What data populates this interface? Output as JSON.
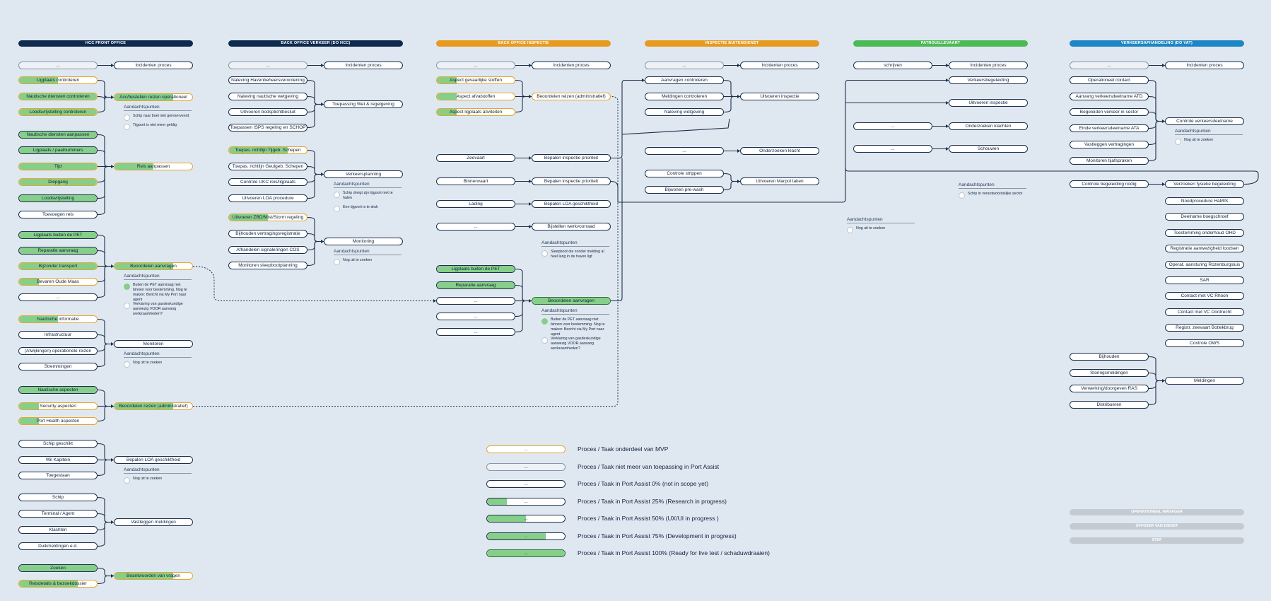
{
  "columns": [
    {
      "title": "HCC FRONT OFFICE",
      "color": "#0f2a4f"
    },
    {
      "title": "BACK OFFICE VERKEER (DO HCC)",
      "color": "#0f2a4f"
    },
    {
      "title": "BACK OFFICE INSPECTIE",
      "color": "#e89a1f"
    },
    {
      "title": "INSPECTIE BUITENDIENST",
      "color": "#e89a1f"
    },
    {
      "title": "PATROUILLEVAART",
      "color": "#4cbb55"
    },
    {
      "title": "VERKEERSAFHANDELING (DO VAT)",
      "color": "#1f86c5"
    }
  ],
  "nodes": {
    "c1_top": "...",
    "c1_incident": "Incidenten proces",
    "c1_a1": "Ligplaats controleren",
    "c1_a2": "Nautische diensten controleren",
    "c1_a3": "Loodsvrijstelling controleren",
    "c1_a_out": "Acc/bestellen reizen operationeel",
    "c1_b1": "Nautische diensten aanpassen",
    "c1_b2": "Ligplaats / paalnummers",
    "c1_b3": "Tijd",
    "c1_b4": "Diepgang",
    "c1_b5": "Loodsvrijstelling",
    "c1_b6": "Toevoegen reis",
    "c1_b_out": "Reis aanpassen",
    "c1_c1": "Ligplaats buiten de PET",
    "c1_c2": "Reparatie aanvraag",
    "c1_c3": "Bijzonder transport",
    "c1_c4": "Bevaren Oude Maas",
    "c1_c5": "...",
    "c1_c_out": "Beoordelen aanvragen",
    "c1_d1": "Nautische informatie",
    "c1_d2": "Infrastructuur",
    "c1_d3": "(Afwijkingen) operationele reizen",
    "c1_d4": "Stremmingen",
    "c1_d_out": "Monitoren",
    "c1_e1": "Nautische aspecten",
    "c1_e2": "Security aspecten",
    "c1_e3": "Port Health aspecten",
    "c1_e_out": "Beoordelen reizen (administratief)",
    "c1_f1": "Schip geschikt",
    "c1_f2": "Wil Kapitein",
    "c1_f3": "Toegestaan",
    "c1_f_out": "Bepalen LOA geschiktheid",
    "c1_g1": "Schip",
    "c1_g2": "Terminal / Agent",
    "c1_g3": "Klachten",
    "c1_g4": "Duikmeldingen e.d.",
    "c1_g_out": "Vastleggen meldingen",
    "c1_h1": "Zoeken",
    "c1_h2": "Reisdetails & bezoekdossier",
    "c1_h_out": "Beantwoorden van vragen",
    "c2_top": "...",
    "c2_incident": "Incidenten proces",
    "c2_a1": "Naleving Havenbeheersverordening",
    "c2_a2": "Naleving nautische wetgeving",
    "c2_a3": "Uitvoeren bodsplichtbesluit",
    "c2_a4": "Toepassen ISPS regeling en SCHOP",
    "c2_a_out": "Toepassing Wet & regelgeving",
    "c2_b1": "Toepas. richtlijn Tijgeb. Schepen",
    "c2_b2": "Toepas. richtlijn Geulgeb. Schepen",
    "c2_b3": "Controle UKC reis/ligplaats",
    "c2_b4": "Uitvoeren LOA procedure",
    "c2_b_out": "Verkeersplanning",
    "c2_c1": "Uitvoeren ZBD/Mist/Storm regeling",
    "c2_c2": "Bijhouden vertragingsregistratie",
    "c2_c3": "Afhandelen signaleringen COS",
    "c2_c4": "Monitoren sleepbootplanning",
    "c2_c_out": "Monitoring",
    "c3_top": "...",
    "c3_incident": "Incidenten proces",
    "c3_a1": "Aspect gevaarlijke stoffen",
    "c3_a2": "Aspect afvalstoffen",
    "c3_a3": "Aspect ligplaats ativiteiten",
    "c3_a_out": "Beoordelen reizen (administratief)",
    "c3_b1": "Zeevaart",
    "c3_b1_out": "Bepalen inspectie prioriteit",
    "c3_b2": "Binnenvaart",
    "c3_b2_out": "Bepalen inspectie prioriteit",
    "c3_b3": "Lading",
    "c3_b3_out": "Bepalen LOA geschiktheid",
    "c3_b4": "...",
    "c3_b4_out": "Bijstellen werkvoorraad",
    "c3_c1": "Ligplaats buiten de PET",
    "c3_c2": "Reparatie aanvraag",
    "c3_c3": "...",
    "c3_c4": "...",
    "c3_c5": "...",
    "c3_c_out": "Beoordelen aanvragen",
    "c4_top": "...",
    "c4_incident": "Incidenten proces",
    "c4_a1": "Aanvragen controleren",
    "c4_a2": "Meldingen controleren",
    "c4_a3": "Naleving wetgeving",
    "c4_a_out": "Uitvoeren inspectie",
    "c4_b1": "...",
    "c4_b_out": "Onderzoeken klacht",
    "c4_c1": "Controle strippen",
    "c4_c2": "Bijwonen pre-wash",
    "c4_c_out": "Uitvoeren Marpol taken",
    "c5_top": "schrijven",
    "c5_incident": "Incidenten proces",
    "c5_a1": "Verkeersbegeleiding",
    "c5_a2": "Uitvoeren inspectie",
    "c5_b1": "...",
    "c5_b_out": "Onderzoeken klachten",
    "c5_c1": "...",
    "c5_c_out": "Schouwen",
    "c6_top": "...",
    "c6_incident": "Incidenten proces",
    "c6_a1": "Operationeel contact",
    "c6_a2": "Aanvang verkeersdeelname ATD",
    "c6_a3": "Begeleiden verkeer in sector",
    "c6_a4": "Einde verkeersdeelname ATA",
    "c6_a5": "Vastleggen vertragingen",
    "c6_a6": "Monitoren tijafspraken",
    "c6_a_out": "Controle verkeersdeelname",
    "c6_b1": "Controle begeleiding nodig",
    "c6_b_out": "Verzoeken fysieke begeleiding",
    "c6_l1": "Noodprocedure HaMIS",
    "c6_l2": "Deelname boegschroef",
    "c6_l3": "Toestemming onderhoud OHD",
    "c6_l4": "Registratie aanwezigheid loodsen",
    "c6_l5": "Operat.  aansturing Rozenburgsluis",
    "c6_l6": "SAR",
    "c6_l7": "Contact met VC Rhoon",
    "c6_l8": "Contact met VC Dordrecht",
    "c6_l9": "Registr. zeevaart Botlekbrug",
    "c6_l10": "Controle OWS",
    "c6_c1": "Bijhouden",
    "c6_c2": "Storingsmeldingen",
    "c6_c3": "Verwerking/doorgeven RAS",
    "c6_c4": "Distribueren",
    "c6_c_out": "Meldingen"
  },
  "notes": {
    "title": "Aandachtspunten",
    "c1_a": [
      "Schip naar boei niet gereserveerd",
      "Tijgoort is niet meer geldig"
    ],
    "c1_c": [
      "Buiten de PET aanvraag niet binnen voor bestemming. Nog te maken: Bericht via My Port naar agent",
      "Verklaring van gasdeskundige aanwezig VOOR aanvang werkzaamheden?"
    ],
    "c1_d": [
      "Nog uit te zoeken"
    ],
    "c1_f": [
      "Nog uit te zoeken"
    ],
    "c2_b": [
      "Schip dreigt zijn tijgoort niet te halen",
      "Een tijgoort is te druk"
    ],
    "c2_c": [
      "Nog uit te zoeken"
    ],
    "c3_b": [
      "Sleepboot die zonder melding al heel lang in de haven ligt"
    ],
    "c3_c": [
      "Buiten de PET aanvraag niet binnen voor bestemming. Nog te maken: Bericht via My Port naar agent",
      "Verklaring van gasdeskundige aanwezig VOOR aanvang werkzaamheden?"
    ],
    "c4": [
      "Nog uit te zoeken"
    ],
    "c5": [
      "Schip in verantwoordelijke sector"
    ],
    "c6_a": [
      "Nog uit te zoeken"
    ]
  },
  "legend": [
    {
      "sample": "...",
      "label": "Proces / Taak onderdeel van MVP",
      "status": "mvp",
      "progress": 0
    },
    {
      "sample": "...",
      "label": "Proces / Taak niet meer van toepassing in Port Assist",
      "status": "gray",
      "progress": 0
    },
    {
      "sample": "...",
      "label": "Proces / Taak in Port Assist 0% (not in scope yet)",
      "status": "normal",
      "progress": 0
    },
    {
      "sample": "...",
      "label": "Proces / Taak in Port Assist 25% (Research in progress)",
      "status": "normal",
      "progress": 0.25
    },
    {
      "sample": "...",
      "label": "Proces / Taak in Port Assist 50% (UX/UI in progress )",
      "status": "normal",
      "progress": 0.5
    },
    {
      "sample": "...",
      "label": "Proces / Taak in Port Assist 75% (Development in progress)",
      "status": "normal",
      "progress": 0.75
    },
    {
      "sample": "...",
      "label": "Proces / Taak in Port Assist 100% (Ready for live test / schaduwdraaien)",
      "status": "s100",
      "progress": 1
    }
  ],
  "roles": [
    "OPERATIONEEL MANAGER",
    "OFFICIER VAN DIENST",
    "STAF"
  ]
}
